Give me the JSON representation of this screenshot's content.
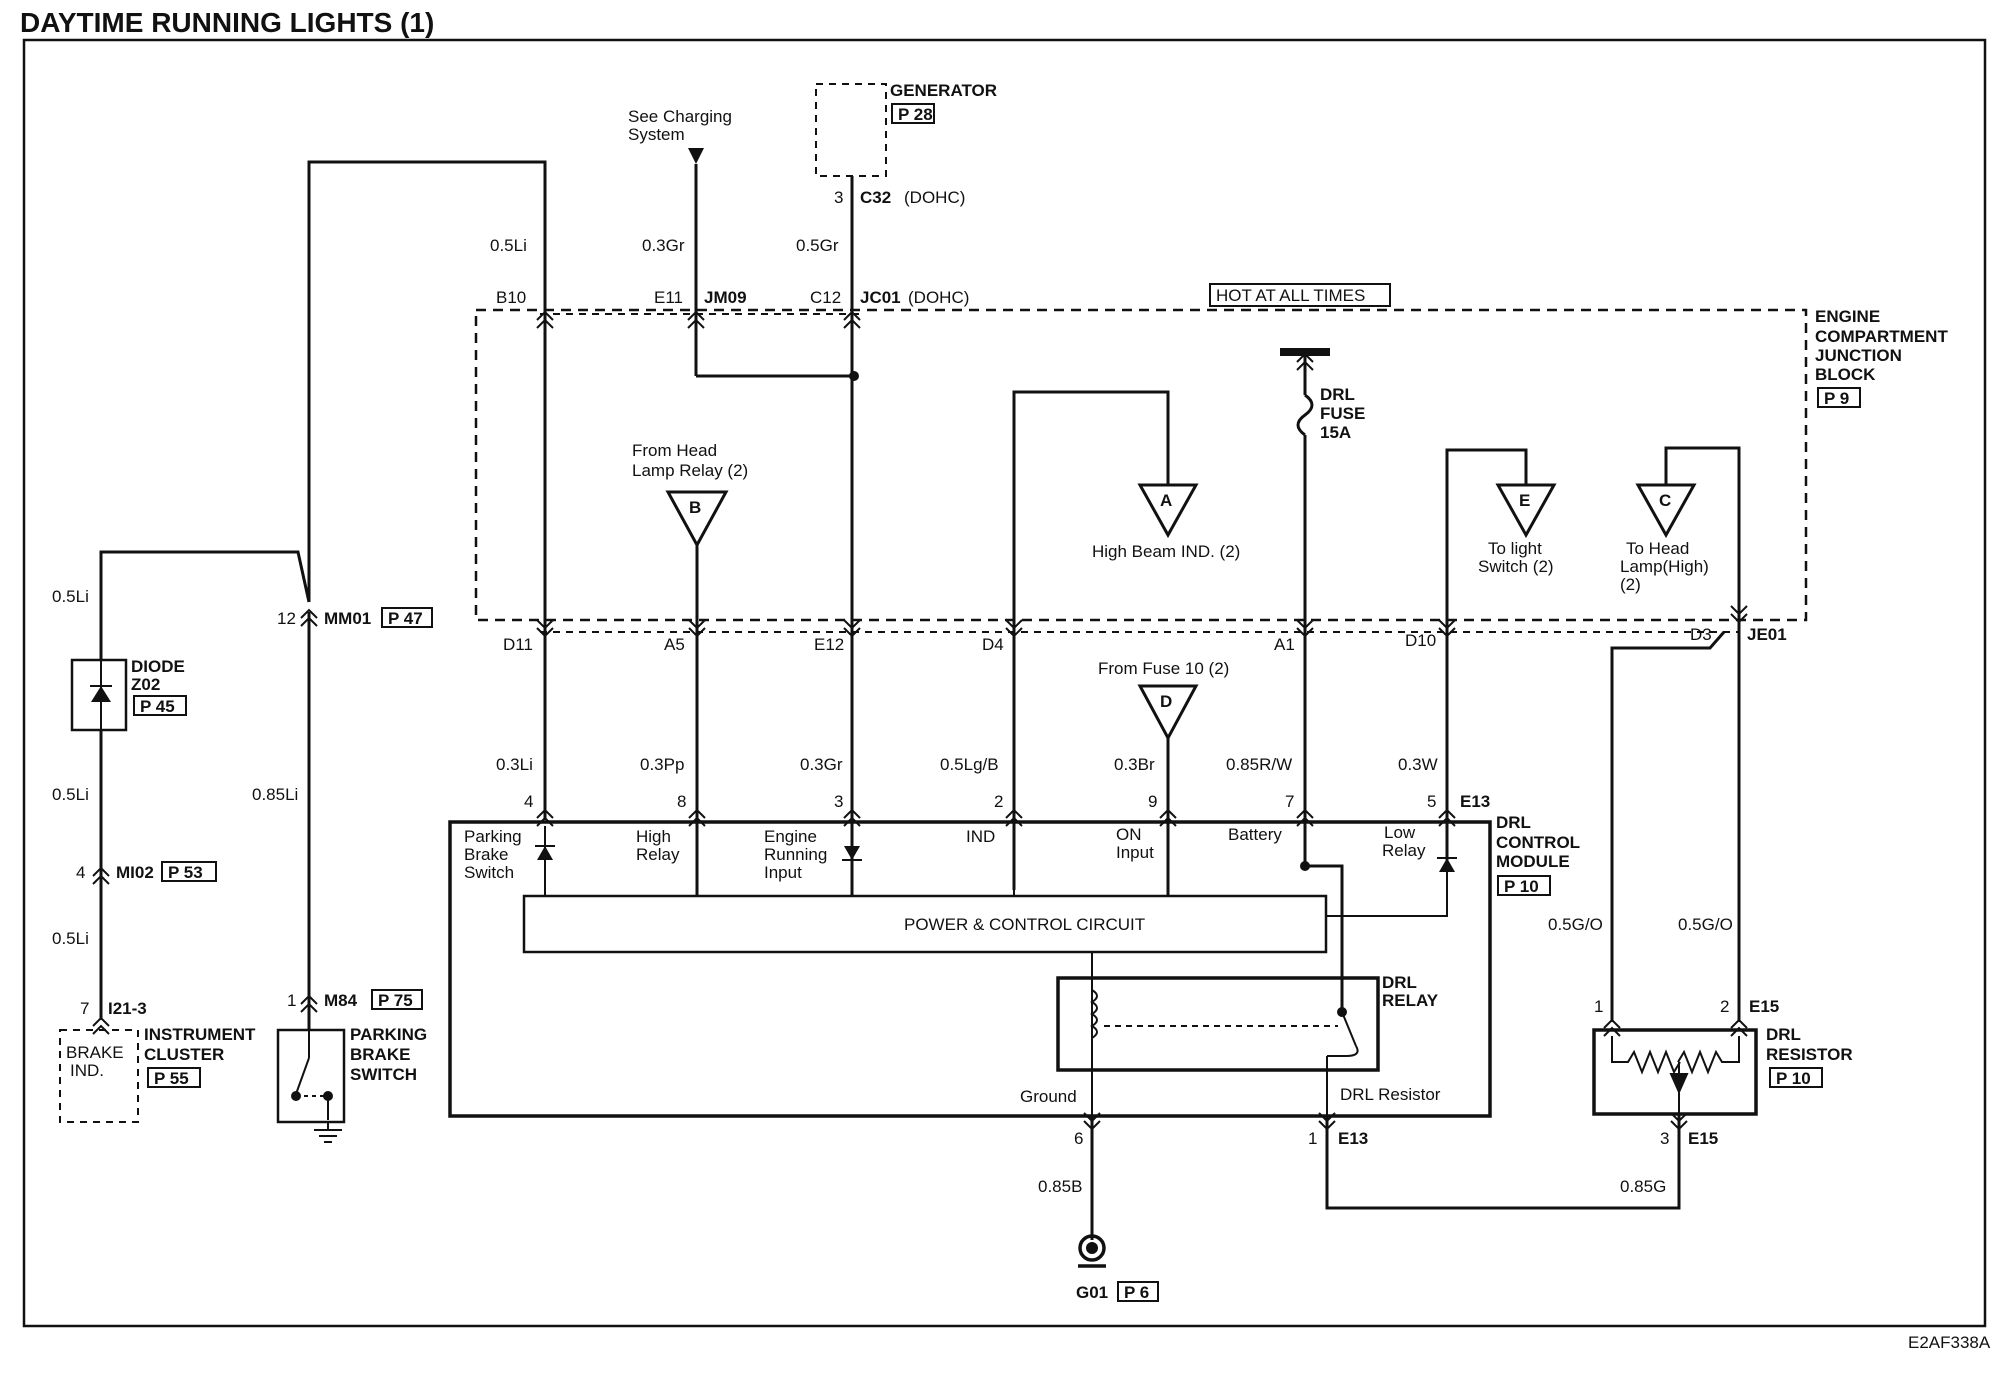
{
  "title": "DAYTIME RUNNING LIGHTS (1)",
  "figure_code": "E2AF338A",
  "top": {
    "see_charging_1": "See Charging",
    "see_charging_2": "System",
    "generator": "GENERATOR",
    "generator_ref": "P 28",
    "gen_pin": "3",
    "gen_conn": "C32",
    "gen_conn_suffix": "(DOHC)",
    "hot_label": "HOT AT ALL TIMES"
  },
  "block": {
    "name_1": "ENGINE",
    "name_2": "COMPARTMENT",
    "name_3": "JUNCTION",
    "name_4": "BLOCK",
    "ref": "P 9",
    "fuse_1": "DRL",
    "fuse_2": "FUSE",
    "fuse_3": "15A",
    "from_head_1": "From Head",
    "from_head_2": "Lamp Relay (2)",
    "high_beam": "High Beam IND. (2)",
    "to_light_1": "To light",
    "to_light_2": "Switch (2)",
    "to_head_1": "To Head",
    "to_head_2": "Lamp(High)",
    "to_head_3": "(2)"
  },
  "connectors": {
    "b10": "B10",
    "e11": "E11",
    "jm09": "JM09",
    "c12": "C12",
    "jc01": "JC01",
    "jc01_suffix": "(DOHC)",
    "d11": "D11",
    "a5": "A5",
    "e12": "E12",
    "d4": "D4",
    "a1": "A1",
    "d10": "D10",
    "d3": "D3",
    "je01": "JE01",
    "mm01_pin": "12",
    "mm01": "MM01",
    "mm01_ref": "P 47",
    "mi02_pin": "4",
    "mi02": "MI02",
    "mi02_ref": "P 53",
    "i21_pin": "7",
    "i21": "I21-3",
    "m84_pin": "1",
    "m84": "M84",
    "m84_ref": "P 75",
    "e13": "E13",
    "e13_bottom": "E13",
    "e15": "E15",
    "e15_bottom": "E15",
    "g01": "G01",
    "g01_ref": "P 6"
  },
  "pins": {
    "p4": "4",
    "p8": "8",
    "p3": "3",
    "p2": "2",
    "p9": "9",
    "p7": "7",
    "p5": "5",
    "p6": "6",
    "p1": "1",
    "r1": "1",
    "r2": "2",
    "r3": "3"
  },
  "wires": {
    "w_05li_top": "0.5Li",
    "w_03gr_top": "0.3Gr",
    "w_05gr": "0.5Gr",
    "w_05li_left": "0.5Li",
    "w_05li_mid": "0.5Li",
    "w_05li_low": "0.5Li",
    "w_085li": "0.85Li",
    "w_03li": "0.3Li",
    "w_03pp": "0.3Pp",
    "w_03gr": "0.3Gr",
    "w_05lgb": "0.5Lg/B",
    "w_03br": "0.3Br",
    "w_085rw": "0.85R/W",
    "w_03w": "0.3W",
    "w_05go_l": "0.5G/O",
    "w_05go_r": "0.5G/O",
    "w_085b": "0.85B",
    "w_085g": "0.85G"
  },
  "from_fuse": "From Fuse 10 (2)",
  "triangles": {
    "a": "A",
    "b": "B",
    "c": "C",
    "d": "D",
    "e": "E"
  },
  "diode": {
    "name": "DIODE",
    "code": "Z02",
    "ref": "P 45"
  },
  "cluster": {
    "name_1": "INSTRUMENT",
    "name_2": "CLUSTER",
    "ref": "P 55",
    "ind_1": "BRAKE",
    "ind_2": "IND."
  },
  "parking": {
    "name_1": "PARKING",
    "name_2": "BRAKE",
    "name_3": "SWITCH"
  },
  "module": {
    "name_1": "DRL",
    "name_2": "CONTROL",
    "name_3": "MODULE",
    "ref": "P 10",
    "pbs_1": "Parking",
    "pbs_2": "Brake",
    "pbs_3": "Switch",
    "high_1": "High",
    "high_2": "Relay",
    "eng_1": "Engine",
    "eng_2": "Running",
    "eng_3": "Input",
    "ind": "IND",
    "on_1": "ON",
    "on_2": "Input",
    "battery": "Battery",
    "low_1": "Low",
    "low_2": "Relay",
    "power": "POWER & CONTROL CIRCUIT",
    "relay_1": "DRL",
    "relay_2": "RELAY",
    "ground": "Ground",
    "drl_res": "DRL Resistor"
  },
  "resistor": {
    "name_1": "DRL",
    "name_2": "RESISTOR",
    "ref": "P 10"
  }
}
